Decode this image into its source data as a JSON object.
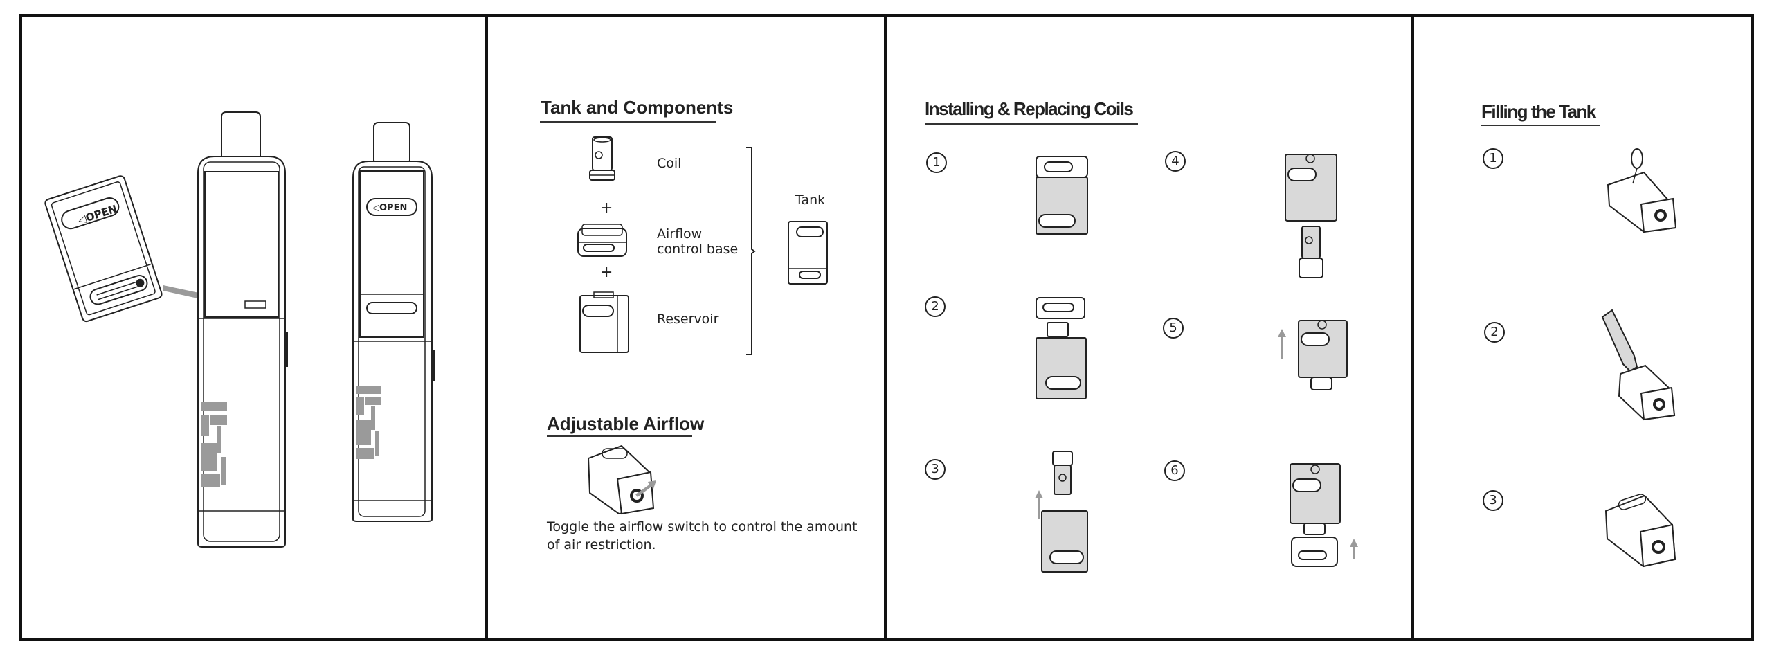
{
  "panel1": {
    "cap_label": "OPEN",
    "installed_cap_label": "OPEN"
  },
  "tank_components": {
    "title": "Tank and Components",
    "items": [
      {
        "label": "Coil"
      },
      {
        "label": "Airflow control base",
        "line1": "Airflow",
        "line2": "control base"
      },
      {
        "label": "Reservoir"
      }
    ],
    "plus": "+",
    "result_label": "Tank"
  },
  "adjustable_airflow": {
    "title": "Adjustable Airflow",
    "description": "Toggle the airflow switch to control the amount of air restriction.",
    "line1": "Toggle the airflow switch to control the amount",
    "line2": "of air restriction."
  },
  "coils": {
    "title": "Installing & Replacing Coils",
    "steps": [
      "1",
      "2",
      "3",
      "4",
      "5",
      "6"
    ]
  },
  "filling": {
    "title": "Filling the Tank",
    "steps": [
      "1",
      "2",
      "3"
    ]
  },
  "colors": {
    "border": "#111111",
    "arrow": "#9a9a9a",
    "part_fill": "#d9d9d9"
  }
}
